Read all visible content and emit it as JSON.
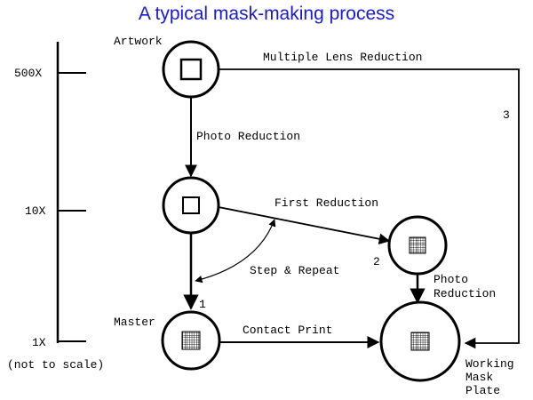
{
  "title": "A typical mask-making process",
  "colors": {
    "title": "#1a1ad6",
    "lines": "#000000",
    "background": "#ffffff"
  },
  "scale": {
    "ticks": [
      "500X",
      "10X",
      "1X"
    ],
    "note": "(not to scale)"
  },
  "nodes": {
    "artwork": "Artwork",
    "master": "Master",
    "working": [
      "Working",
      "Mask",
      "Plate"
    ]
  },
  "edges": {
    "multiple_lens": "Multiple Lens Reduction",
    "photo_reduction": "Photo Reduction",
    "first_reduction": "First Reduction",
    "step_repeat": "Step & Repeat",
    "photo_reduction2": [
      "Photo",
      "Reduction"
    ],
    "contact_print": "Contact Print"
  },
  "step_labels": {
    "one": "1",
    "two": "2",
    "three": "3"
  }
}
